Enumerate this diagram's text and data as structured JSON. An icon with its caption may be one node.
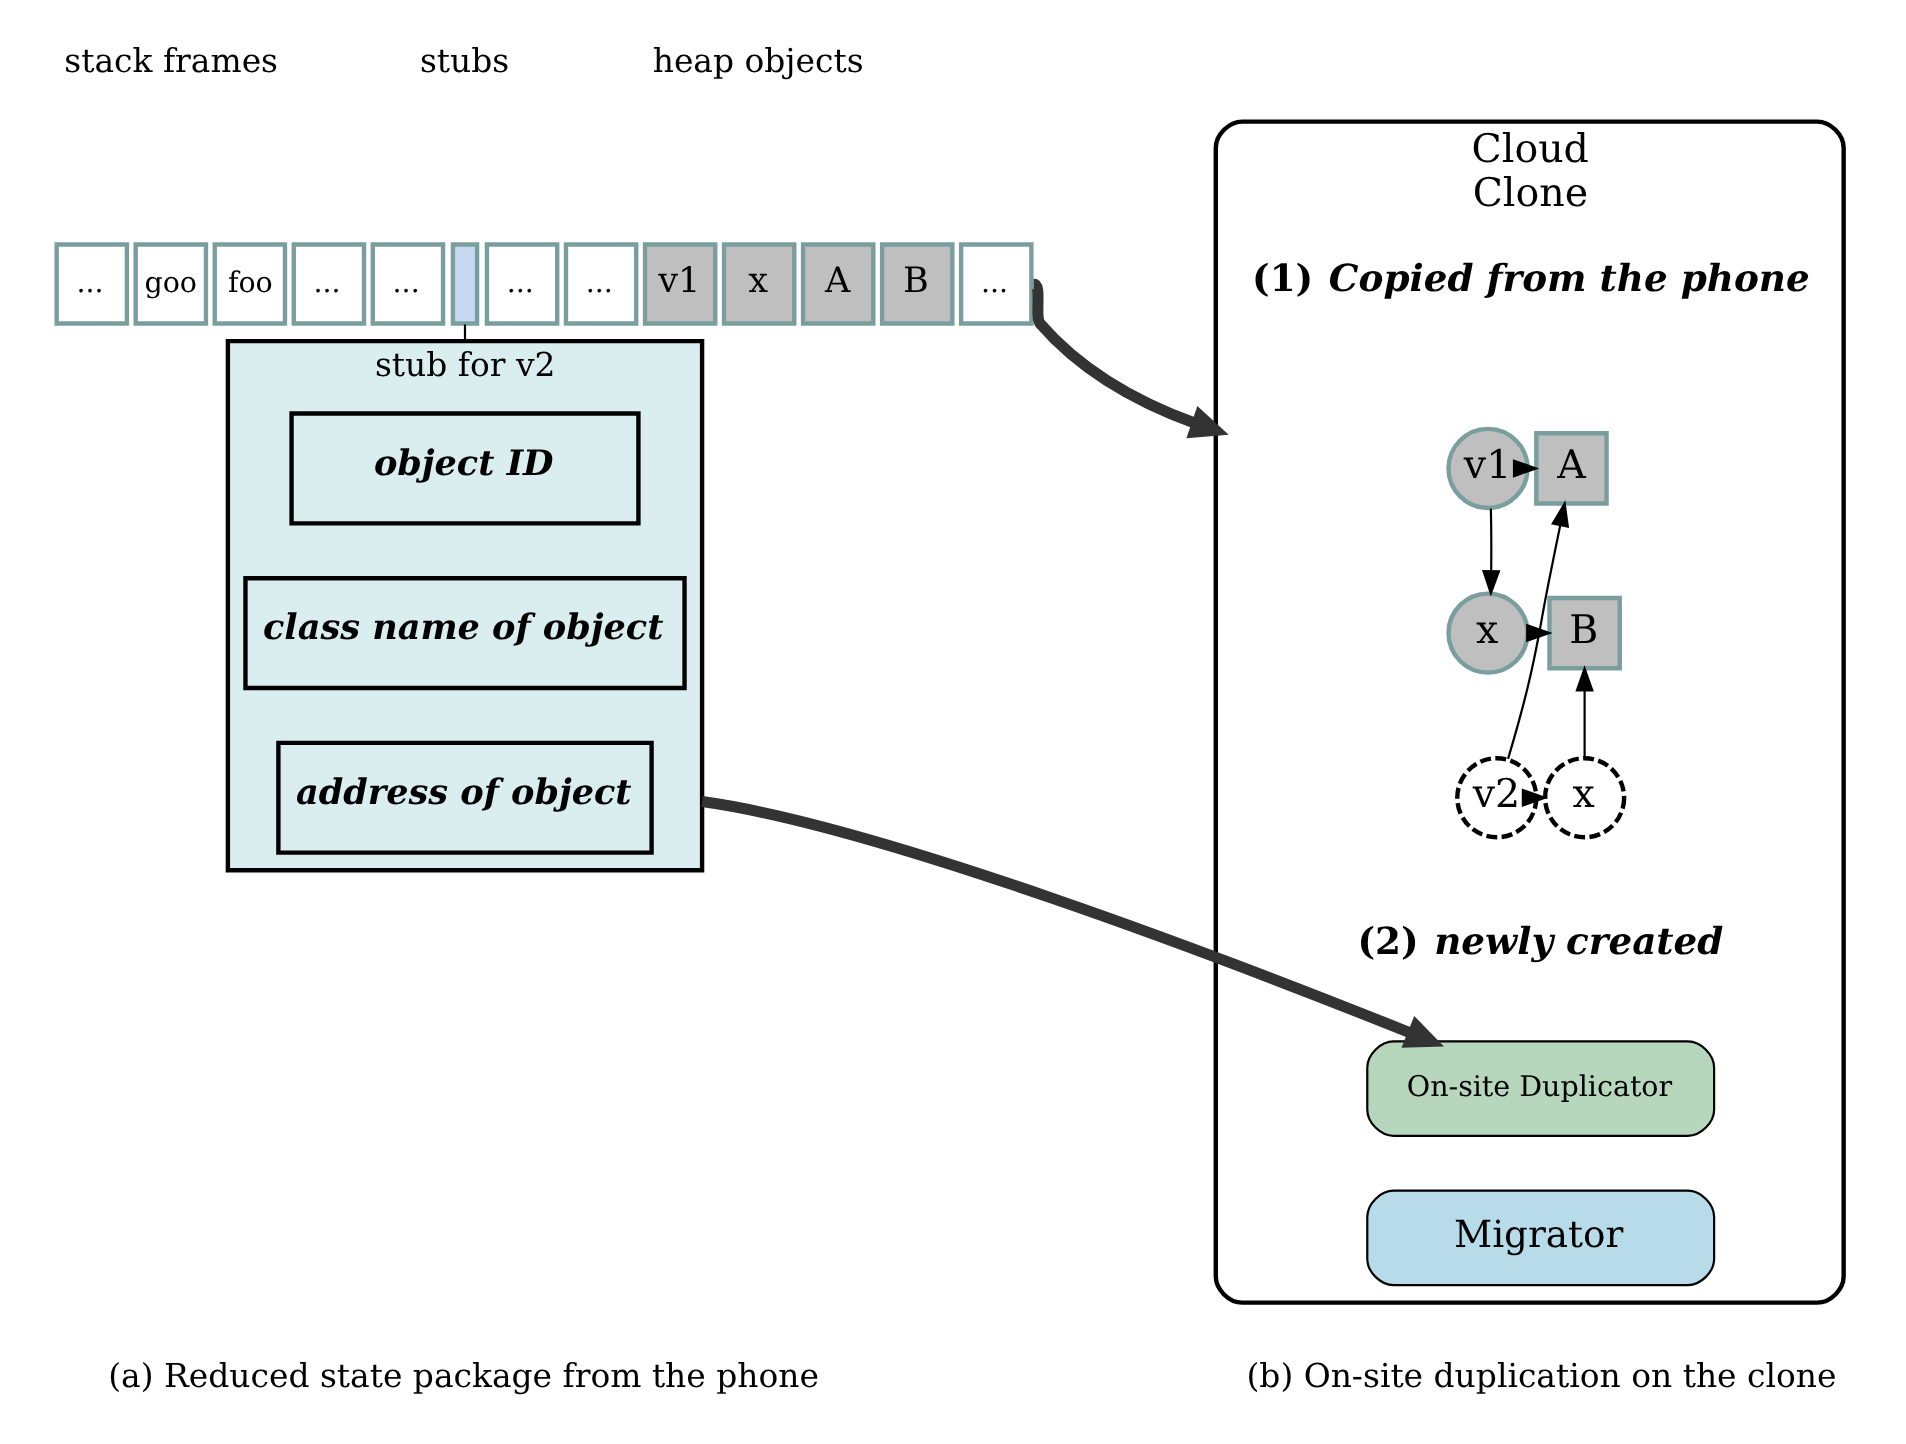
{
  "diagram": {
    "nodes": [
      {
        "text": [
          "..."
        ]
      },
      {
        "text": [
          "goo"
        ]
      },
      {
        "text": [
          "foo"
        ]
      },
      {
        "text": [
          "..."
        ]
      },
      {
        "text": [
          "..."
        ]
      },
      {
        "text": [],
        "shape": "bar"
      },
      {
        "text": [
          "..."
        ]
      },
      {
        "text": [
          "..."
        ]
      },
      {
        "text": [
          "v1"
        ]
      },
      {
        "text": [
          "x"
        ]
      },
      {
        "text": [
          "A"
        ]
      },
      {
        "text": [
          "B"
        ]
      },
      {
        "text": [
          "..."
        ]
      },
      {
        "text": [
          "stub for v2"
        ]
      },
      {
        "text": [
          "*object ID*"
        ],
        "in": 13
      },
      {
        "text": [
          "*class name of object*"
        ],
        "in": 13
      },
      {
        "text": [
          "*address of object*"
        ],
        "in": 13
      },
      {
        "text": [
          "Cloud",
          "Clone"
        ]
      },
      {
        "text": [
          "v1"
        ],
        "in": 17
      },
      {
        "text": [
          "A"
        ],
        "in": 17
      },
      {
        "text": [
          "x"
        ],
        "in": 17
      },
      {
        "text": [
          "B"
        ],
        "in": 17
      },
      {
        "text": [
          "v2"
        ],
        "in": 17
      },
      {
        "text": [
          "x"
        ],
        "in": 17
      },
      {
        "text": [
          "On-site Duplicator"
        ],
        "in": 17
      },
      {
        "text": [
          "Migrator"
        ],
        "in": 17
      }
    ],
    "edges": [
      {
        "from": 5,
        "to": 13,
        "arrow": "none"
      },
      {
        "from": 12,
        "to": 17,
        "arrow": "to",
        "style": "thick"
      },
      {
        "from": 13,
        "to": 24,
        "arrow": "to",
        "style": "thick"
      },
      {
        "from": 18,
        "to": 19,
        "arrow": "to"
      },
      {
        "from": 18,
        "to": 20,
        "arrow": "to"
      },
      {
        "from": 20,
        "to": 21,
        "arrow": "to"
      },
      {
        "from": 22,
        "to": 19,
        "arrow": "to"
      },
      {
        "from": 22,
        "to": 23,
        "arrow": "to"
      },
      {
        "from": 23,
        "to": 21,
        "arrow": "to"
      }
    ],
    "labels": [
      "stack frames",
      "stubs",
      "heap objects",
      "(1) *Copied from the phone*",
      "(2) *newly created*",
      "(a) Reduced state package from the phone",
      "(b) On-site duplication on the clone"
    ]
  }
}
